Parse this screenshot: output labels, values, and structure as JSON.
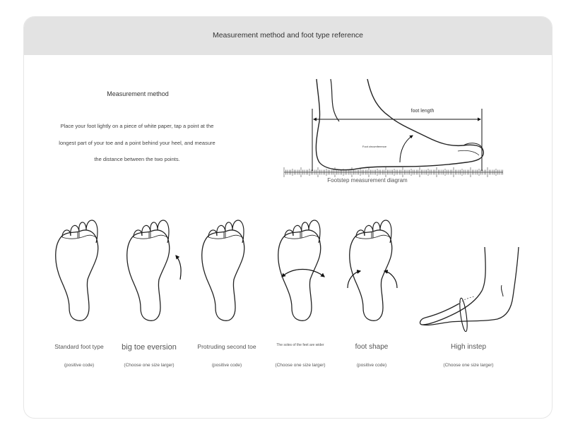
{
  "header": {
    "title": "Measurement method and foot type reference"
  },
  "method": {
    "title": "Measurement method",
    "lines": [
      "Place your foot lightly on a piece of white paper, tap a point at the",
      "longest part of your toe and a point behind your heel, and measure",
      "the distance between the two points."
    ]
  },
  "diagram": {
    "length_label": "foot length",
    "circumference_label": "Foot circumference",
    "caption": "Footstep measurement diagram"
  },
  "foot_types": [
    {
      "label": "Standard foot type",
      "note": "(positive code)"
    },
    {
      "label": "big toe eversion",
      "note": "(Choose one size larger)"
    },
    {
      "label": "Protruding second toe",
      "note": "(positive code)"
    },
    {
      "label": "The soles of the feet are wider",
      "note": "(Choose one size larger)"
    },
    {
      "label": "foot shape",
      "note": "(positive code)"
    },
    {
      "label": "High instep",
      "note": "(Choose one size larger)"
    }
  ]
}
